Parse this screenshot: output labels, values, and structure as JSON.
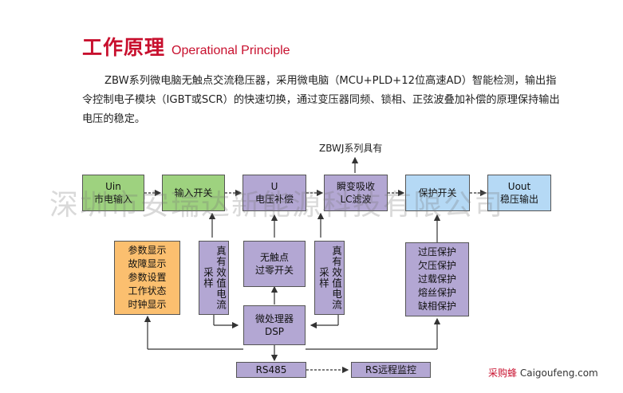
{
  "header": {
    "title_cn": "工作原理",
    "title_en": "Operational Principle"
  },
  "intro": {
    "text": "ZBW系列微电脑无触点交流稳压器，采用微电脑（MCU+PLD+12位高速AD）智能检测，输出指令控制电子模块（IGBT或SCR）的快速切换，通过变压器同频、锁相、正弦波叠加补偿的原理保持输出电压的稳定。"
  },
  "diagram": {
    "zbwj_label": "ZBWJ系列具有",
    "uin": {
      "l1": "Uin",
      "l2": "市电输入"
    },
    "switch_in": "输入开关",
    "comp": {
      "l1": "U",
      "l2": "电压补偿"
    },
    "filter": {
      "l1": "瞬变吸收",
      "l2": "LC滤波"
    },
    "protect_switch": "保护开关",
    "uout": {
      "l1": "Uout",
      "l2": "稳压输出"
    },
    "display_lines": [
      "参数显示",
      "故障显示",
      "参数设置",
      "工作状态",
      "时钟显示"
    ],
    "rms_left": "真有效值电流采样",
    "contactless": {
      "l1": "无触点",
      "l2": "过零开关"
    },
    "rms_right": "真有效值电流采样",
    "protect_lines": [
      "过压保护",
      "欠压保护",
      "过载保护",
      "熔丝保护",
      "缺相保护"
    ],
    "dsp": {
      "l1": "微处理器",
      "l2": "DSP"
    },
    "rs485": "RS485",
    "remote": "RS远程监控"
  },
  "watermark": {
    "text": "深圳市安瑞达新能源科技有限公司",
    "footer_cn": "采购蜂",
    "footer_en": "Caigoufeng.com"
  }
}
